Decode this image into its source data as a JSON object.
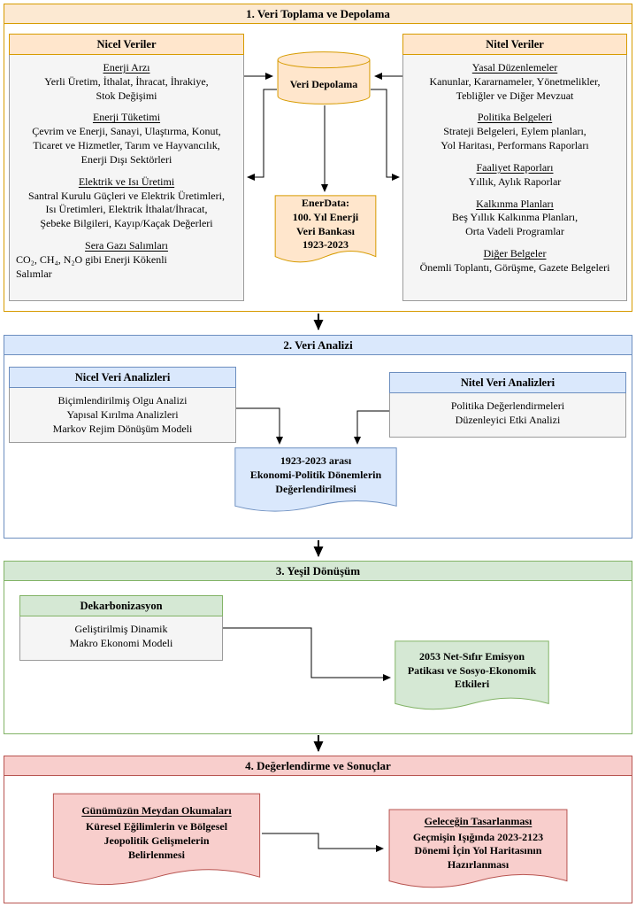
{
  "colors": {
    "orange_fill": "#FFE6CC",
    "orange_stroke": "#D79B00",
    "blue_fill": "#DAE8FC",
    "blue_stroke": "#6C8EBF",
    "green_fill": "#D5E8D4",
    "green_stroke": "#82B366",
    "red_fill": "#F8CECC",
    "red_stroke": "#B85450",
    "body_fill": "#F5F5F5",
    "body_stroke": "#9B9B9B"
  },
  "section1": {
    "title": "1. Veri Toplama ve Depolama",
    "nicel": {
      "title": "Nicel Veriler",
      "groups": [
        {
          "heading": "Enerji Arzı",
          "text": "Yerli Üretim, İthalat, İhracat, İhrakiye,\nStok Değişimi"
        },
        {
          "heading": "Enerji Tüketimi",
          "text": "Çevrim ve Enerji, Sanayi, Ulaştırma, Konut,\nTicaret ve Hizmetler, Tarım ve Hayvancılık,\nEnerji Dışı Sektörleri"
        },
        {
          "heading": "Elektrik ve Isı Üretimi",
          "text": "Santral Kurulu Güçleri ve Elektrik Üretimleri,\nIsı Üretimleri, Elektrik İthalat/İhracat,\nŞebeke Bilgileri, Kayıp/Kaçak Değerleri"
        },
        {
          "heading": "Sera Gazı Salımları",
          "text": "CO₂, CH₄, N₂O gibi Enerji Kökenli\nSalımlar"
        }
      ]
    },
    "nitel": {
      "title": "Nitel Veriler",
      "groups": [
        {
          "heading": "Yasal Düzenlemeler",
          "text": "Kanunlar, Kararnameler, Yönetmelikler,\nTebliğler ve Diğer Mevzuat"
        },
        {
          "heading": "Politika Belgeleri",
          "text": "Strateji Belgeleri, Eylem planları,\nYol Haritası, Performans Raporları"
        },
        {
          "heading": "Faaliyet Raporları",
          "text": "Yıllık, Aylık Raporlar"
        },
        {
          "heading": "Kalkınma Planları",
          "text": "Beş Yıllık Kalkınma Planları,\nOrta Vadeli Programlar"
        },
        {
          "heading": "Diğer Belgeler",
          "text": "Önemli Toplantı, Görüşme, Gazete Belgeleri"
        }
      ]
    },
    "storage": "Veri Depolama",
    "enerdata": "EnerData:\n100. Yıl Enerji\nVeri Bankası\n1923-2023"
  },
  "section2": {
    "title": "2. Veri Analizi",
    "nicel": {
      "title": "Nicel Veri Analizleri",
      "text": "Biçimlendirilmiş Olgu Analizi\nYapısal Kırılma Analizleri\nMarkov Rejim Dönüşüm Modeli"
    },
    "nitel": {
      "title": "Nitel Veri Analizleri",
      "text": "Politika Değerlendirmeleri\nDüzenleyici Etki Analizi"
    },
    "result": "1923-2023 arası\nEkonomi-Politik Dönemlerin\nDeğerlendirilmesi"
  },
  "section3": {
    "title": "3. Yeşil Dönüşüm",
    "model": {
      "title": "Dekarbonizasyon",
      "text": "Geliştirilmiş Dinamik\nMakro Ekonomi Modeli"
    },
    "result": "2053 Net-Sıfır Emisyon\nPatikası ve Sosyo-Ekonomik\nEtkileri"
  },
  "section4": {
    "title": "4. Değerlendirme ve Sonuçlar",
    "challenges": {
      "heading": "Günümüzün Meydan Okumaları",
      "text": "Küresel Eğilimlerin ve Bölgesel\nJeopolitik Gelişmelerin\nBelirlenmesi"
    },
    "future": {
      "heading": "Geleceğin Tasarlanması",
      "text": "Geçmişin Işığında 2023-2123\nDönemi İçin Yol Haritasının\nHazırlanması"
    }
  }
}
